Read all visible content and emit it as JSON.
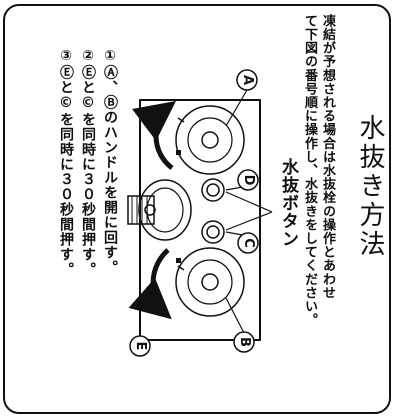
{
  "title": "水抜き方法",
  "intro": {
    "line1": "凍結が予想される場合は水抜栓の操作とあわせ",
    "line2": "て下図の番号順に操作し、水抜きをしてください。"
  },
  "button_label": "水抜ボタン",
  "steps": [
    "①Ⓐ、Ⓑのハンドルを開に回す。",
    "②Ⓔと©を同時に３０秒間押す。",
    "③Ⓔと©を同時に３０秒間押す。"
  ],
  "labels": {
    "A": "A",
    "B": "B",
    "C": "C",
    "D": "D",
    "E": "E"
  },
  "colors": {
    "ink": "#111111",
    "background": "#ffffff"
  }
}
